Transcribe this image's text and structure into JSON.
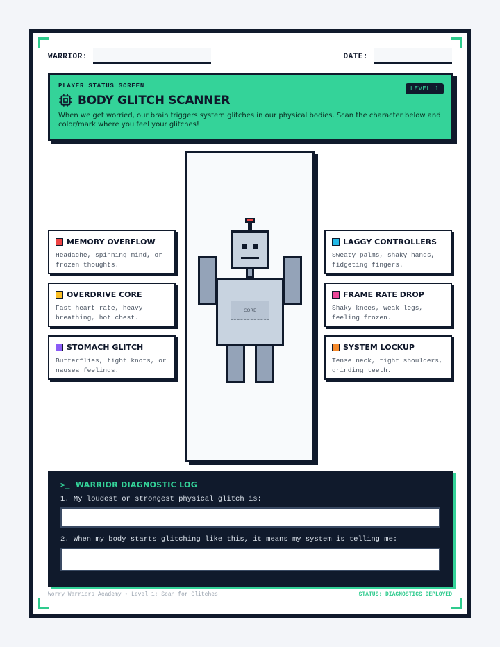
{
  "form": {
    "warrior_label": "WARRIOR:",
    "date_label": "DATE:"
  },
  "header": {
    "kicker": "PLAYER STATUS SCREEN",
    "level": "LEVEL 1",
    "title": "BODY GLITCH SCANNER",
    "icon": "chip-icon",
    "description": "When we get worried, our brain triggers system glitches in our physical bodies. Scan the character below and color/mark where you feel your glitches!"
  },
  "glitches_left": [
    {
      "title": "MEMORY OVERFLOW",
      "desc_line1": "Headache, spinning mind, or",
      "desc_line2": "frozen thoughts.",
      "color": "#ef4444"
    },
    {
      "title": "OVERDRIVE CORE",
      "desc_line1": "Fast heart rate, heavy",
      "desc_line2": "breathing, hot chest.",
      "color": "#fbbf24"
    },
    {
      "title": "STOMACH GLITCH",
      "desc_line1": "Butterflies, tight knots, or",
      "desc_line2": "nausea feelings.",
      "color": "#8b5cf6"
    }
  ],
  "glitches_right": [
    {
      "title": "LAGGY CONTROLLERS",
      "desc_line1": "Sweaty palms, shaky hands,",
      "desc_line2": "fidgeting fingers.",
      "color": "#22b8e6"
    },
    {
      "title": "FRAME RATE DROP",
      "desc_line1": "Shaky knees, weak legs,",
      "desc_line2": "feeling frozen.",
      "color": "#ec4899"
    },
    {
      "title": "SYSTEM LOCKUP",
      "desc_line1": "Tense neck, tight shoulders,",
      "desc_line2": "grinding teeth.",
      "color": "#f58a2c"
    }
  ],
  "robot": {
    "core_label": "CORE"
  },
  "log": {
    "prompt": ">_",
    "title": "WARRIOR DIAGNOSTIC LOG",
    "q1": "1. My loudest or strongest physical glitch is:",
    "q2": "2. When my body starts glitching like this, it means my system is telling me:"
  },
  "footer": {
    "left": "Worry Warriors Academy • Level 1: Scan for Glitches",
    "right": "STATUS: DIAGNOSTICS DEPLOYED"
  },
  "colors": {
    "accent": "#34d399",
    "ink": "#101a2c"
  }
}
